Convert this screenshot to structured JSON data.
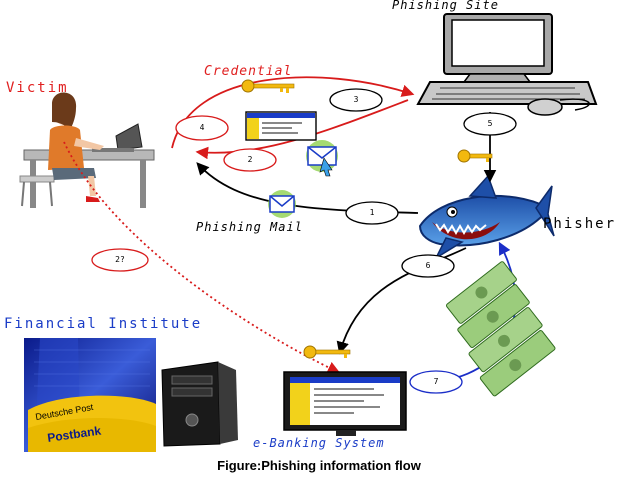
{
  "labels": {
    "phishing_site": "Phishing Site",
    "victim": "Victim",
    "credential": "Credential",
    "phishing_mail": "Phishing Mail",
    "phisher": "Phisher",
    "financial_institute": "Financial Institute",
    "ebanking_system": "e-Banking System"
  },
  "steps": {
    "s1": "1",
    "s2": "2",
    "s3": "3",
    "s4": "4",
    "s5": "5",
    "s6": "6",
    "s7": "7",
    "s2q": "2?"
  },
  "bank_sign": {
    "brand1": "Deutsche Post",
    "brand2": "Postbank"
  },
  "caption": "Figure:Phishing information flow",
  "colors": {
    "red_flow": "#e01b1b",
    "blue_flow": "#1b2ec8",
    "label_blue": "#1a3cc7",
    "label_red": "#e02020"
  }
}
